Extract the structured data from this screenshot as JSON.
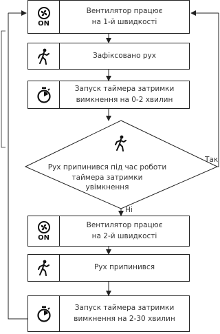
{
  "steps": [
    {
      "text": "Вентилятор працює\nна 1-й швидкості",
      "icon": "fan-icon",
      "badge": "ON"
    },
    {
      "text": "Зафіксовано рух",
      "icon": "walking-person-icon"
    },
    {
      "text": "Запуск таймера затримки\nвимкнення на 0-2 хвилин",
      "icon": "timer-icon"
    },
    {
      "text": "Вентилятор працює\nна 2-й швидкості",
      "icon": "fan-icon",
      "badge": "ON"
    },
    {
      "text": "Рух припинився",
      "icon": "walking-person-icon"
    },
    {
      "text": "Запуск таймера затримки\nвимкнення на 2-30 хвилин",
      "icon": "timer-icon"
    }
  ],
  "decision": {
    "text": "Рух припинився під час роботи\nтаймера затримки\nувімкнення",
    "icon": "walking-person-icon",
    "yes_label": "Так",
    "no_label": "Ні"
  },
  "colors": {
    "line": "#222222",
    "text": "#333333",
    "icon": "#111111"
  }
}
